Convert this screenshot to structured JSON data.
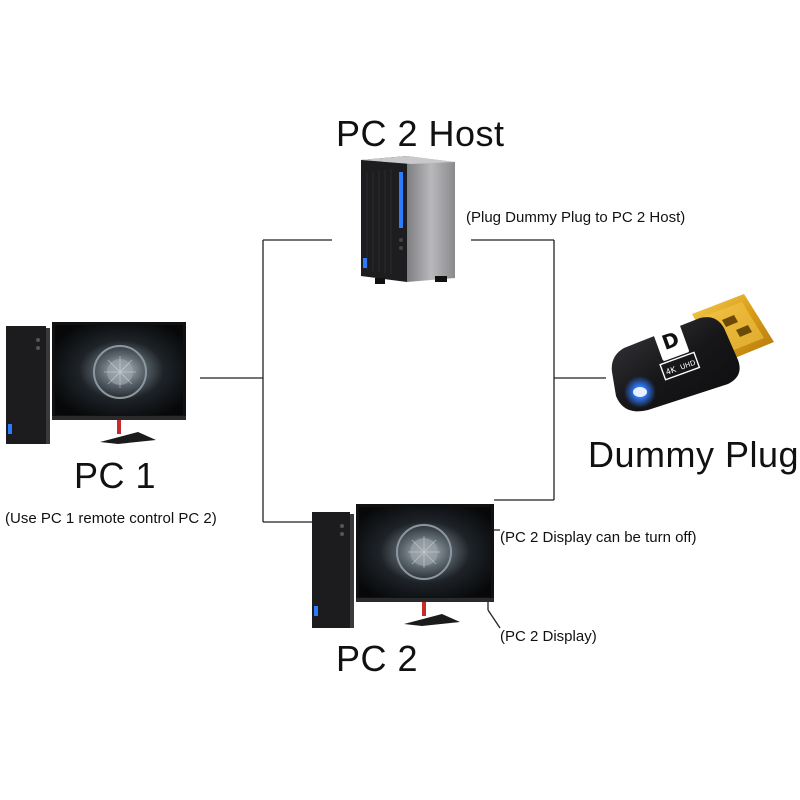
{
  "labels": {
    "pc2_host_title": "PC 2 Host",
    "pc2_host_note": "(Plug Dummy Plug to PC 2 Host)",
    "pc1_title": "PC 1",
    "pc1_note": "(Use PC 1 remote control PC 2)",
    "dummy_plug_title": "Dummy Plug",
    "pc2_display_note": "(PC 2 Display can be turn off)",
    "pc2_title": "PC 2",
    "pc2_display_label": "(PC 2 Display)"
  },
  "plug_badge": {
    "logo": "D",
    "text_a": "4K",
    "text_b": "UHD"
  },
  "colors": {
    "line": "#222222",
    "tower_dark": "#1c1c1e",
    "tower_gray": "#9a9a9c",
    "led_blue": "#2f7bff",
    "plug_gold": "#e0a21a",
    "plug_body": "#1a1a1c",
    "screen_dark": "#0d0f12"
  }
}
